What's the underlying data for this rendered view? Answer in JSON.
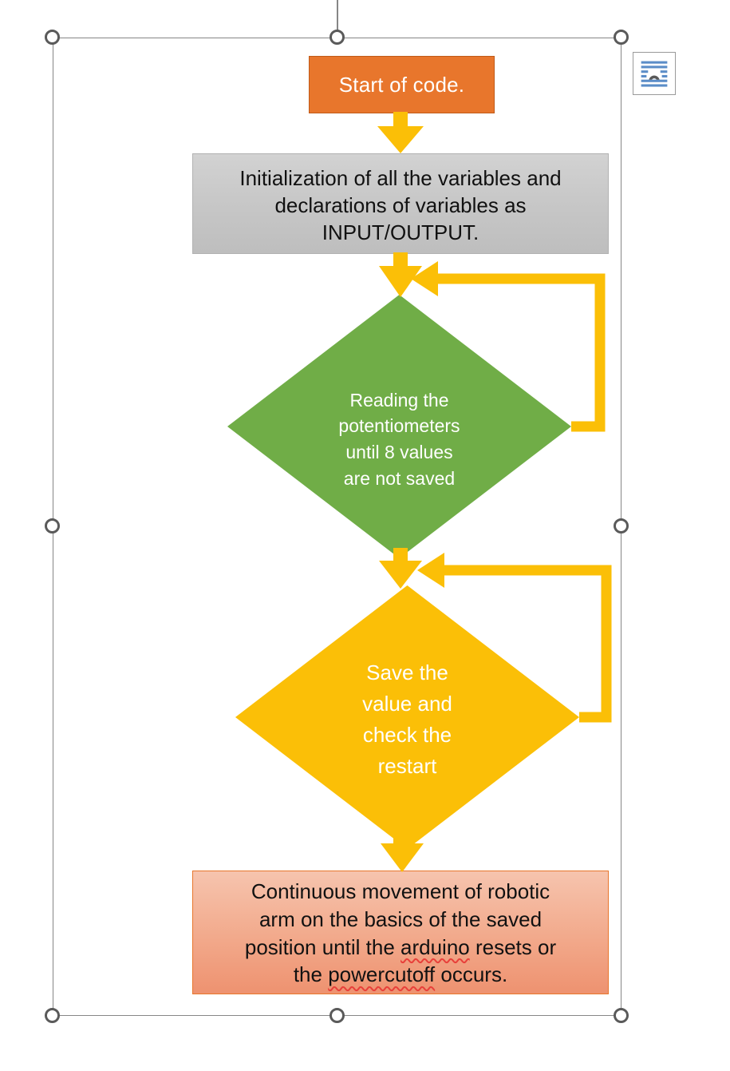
{
  "document": {
    "type": "flowchart-image-selected-in-editor",
    "canvas_background": "#FFFFFF"
  },
  "selection": {
    "frame_color": "#868686",
    "handle_fill": "#FFFFFF",
    "handle_border": "#5A5A5A",
    "handles": [
      "handle-top-left",
      "handle-top-center",
      "handle-top-right",
      "handle-middle-left",
      "handle-middle-right",
      "handle-bottom-left",
      "handle-bottom-center",
      "handle-bottom-right"
    ],
    "rotation_handle_stem": true
  },
  "layout_options": {
    "icon": "text-wrap-layout-options-icon",
    "tooltip": "Layout Options"
  },
  "flowchart": {
    "title": "Arduino robotic arm program flow",
    "nodes": [
      {
        "id": "start",
        "name": "start-of-code",
        "shape": "rectangle",
        "text": "Start of code.",
        "fill": "#E8762C",
        "border": "#C05A18",
        "text_color": "#FFFFFF"
      },
      {
        "id": "init",
        "name": "initialization",
        "shape": "rectangle",
        "text": "Initialization of all the variables and declarations of variables as INPUT/OUTPUT.",
        "lines": [
          "Initialization of all the variables and",
          "declarations of variables as",
          "INPUT/OUTPUT."
        ],
        "fill": "#C9C9C9",
        "border": "#B2B2B2",
        "text_color": "#111111"
      },
      {
        "id": "read",
        "name": "read-potentiometers",
        "shape": "diamond",
        "text": "Reading the potentiometers until 8 values are not saved",
        "lines": [
          "Reading the",
          "potentiometers",
          "until 8 values",
          "are not saved"
        ],
        "fill": "#70AD47",
        "text_color": "#FFFFFF",
        "has_self_loop": true
      },
      {
        "id": "save",
        "name": "save-and-check-restart",
        "shape": "diamond",
        "text": "Save the value and check the restart",
        "lines": [
          "Save the",
          "value and",
          "check the",
          "restart"
        ],
        "fill": "#FBBF07",
        "text_color": "#FFFFFF",
        "has_self_loop": true
      },
      {
        "id": "move",
        "name": "continuous-movement",
        "shape": "rectangle",
        "text": "Continuous movement of robotic arm on the basics of the saved position until the arduino resets or the powercutoff occurs.",
        "lines": [
          {
            "segments": [
              {
                "t": "Continuous movement of robotic",
                "spellcheck_error": false
              }
            ]
          },
          {
            "segments": [
              {
                "t": "arm on the basics of the saved",
                "spellcheck_error": false
              }
            ]
          },
          {
            "segments": [
              {
                "t": "position until the ",
                "spellcheck_error": false
              },
              {
                "t": "arduino",
                "spellcheck_error": true
              },
              {
                "t": " resets or",
                "spellcheck_error": false
              }
            ]
          },
          {
            "segments": [
              {
                "t": "the ",
                "spellcheck_error": false
              },
              {
                "t": "powercutoff",
                "spellcheck_error": true
              },
              {
                "t": " occurs.",
                "spellcheck_error": false
              }
            ]
          }
        ],
        "fill_top": "#F6C4AE",
        "fill_bottom": "#EE9270",
        "border": "#E8762C",
        "text_color": "#111111",
        "spellcheck_underline_color": "#E8403A"
      }
    ],
    "connectors": {
      "color": "#FBBF07",
      "arrows": [
        {
          "name": "arrow-start-to-init",
          "from": "start",
          "to": "init",
          "style": "straight-down"
        },
        {
          "name": "arrow-init-to-read",
          "from": "init",
          "to": "read",
          "style": "straight-down"
        },
        {
          "name": "loop-read-to-read",
          "from": "read",
          "to": "read",
          "style": "right-loop-back-to-top"
        },
        {
          "name": "arrow-read-to-save",
          "from": "read",
          "to": "save",
          "style": "straight-down"
        },
        {
          "name": "loop-save-to-save",
          "from": "save",
          "to": "save",
          "style": "right-loop-back-to-top"
        },
        {
          "name": "arrow-save-to-move",
          "from": "save",
          "to": "move",
          "style": "straight-down"
        }
      ]
    }
  }
}
